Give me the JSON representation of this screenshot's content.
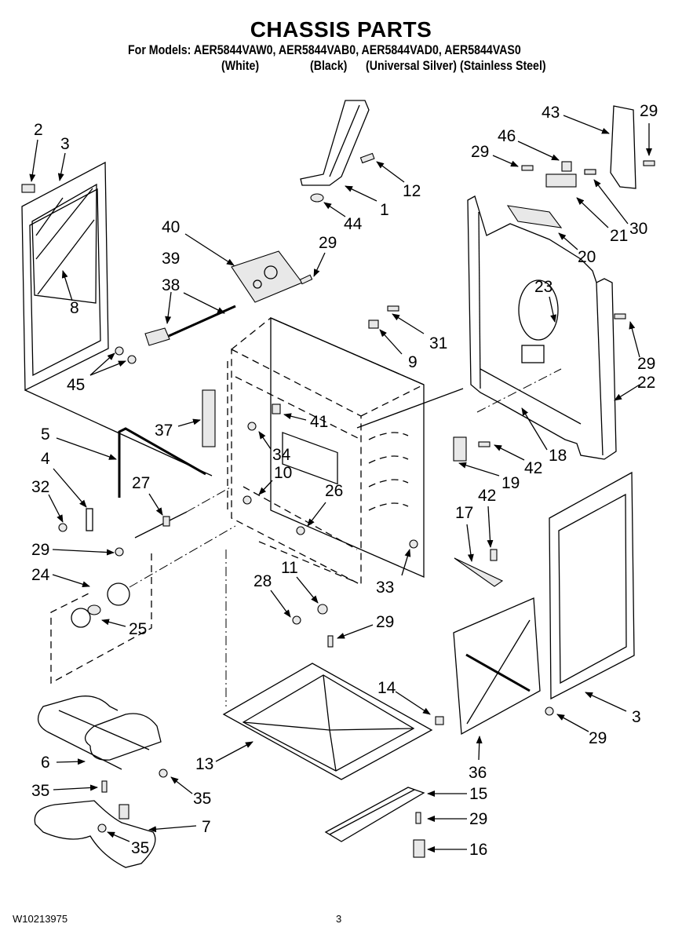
{
  "header": {
    "title": "CHASSIS PARTS",
    "models_line": "For Models: AER5844VAW0, AER5844VAB0, AER5844VAD0, AER5844VAS0",
    "colors": [
      "(White)",
      "(Black)",
      "(Universal Silver)",
      "(Stainless Steel)"
    ]
  },
  "footer": {
    "document_number": "W10213975",
    "page_number": "3"
  },
  "callouts": [
    {
      "label": "2"
    },
    {
      "label": "3"
    },
    {
      "label": "8"
    },
    {
      "label": "40"
    },
    {
      "label": "29"
    },
    {
      "label": "39"
    },
    {
      "label": "38"
    },
    {
      "label": "45"
    },
    {
      "label": "1"
    },
    {
      "label": "12"
    },
    {
      "label": "44"
    },
    {
      "label": "43"
    },
    {
      "label": "29"
    },
    {
      "label": "46"
    },
    {
      "label": "29"
    },
    {
      "label": "30"
    },
    {
      "label": "21"
    },
    {
      "label": "20"
    },
    {
      "label": "23"
    },
    {
      "label": "31"
    },
    {
      "label": "9"
    },
    {
      "label": "29"
    },
    {
      "label": "22"
    },
    {
      "label": "37"
    },
    {
      "label": "41"
    },
    {
      "label": "34"
    },
    {
      "label": "5"
    },
    {
      "label": "4"
    },
    {
      "label": "32"
    },
    {
      "label": "27"
    },
    {
      "label": "10"
    },
    {
      "label": "26"
    },
    {
      "label": "18"
    },
    {
      "label": "42"
    },
    {
      "label": "19"
    },
    {
      "label": "42"
    },
    {
      "label": "17"
    },
    {
      "label": "29"
    },
    {
      "label": "24"
    },
    {
      "label": "25"
    },
    {
      "label": "33"
    },
    {
      "label": "28"
    },
    {
      "label": "11"
    },
    {
      "label": "29"
    },
    {
      "label": "14"
    },
    {
      "label": "3"
    },
    {
      "label": "29"
    },
    {
      "label": "36"
    },
    {
      "label": "6"
    },
    {
      "label": "13"
    },
    {
      "label": "35"
    },
    {
      "label": "35"
    },
    {
      "label": "15"
    },
    {
      "label": "29"
    },
    {
      "label": "7"
    },
    {
      "label": "35"
    },
    {
      "label": "16"
    }
  ]
}
